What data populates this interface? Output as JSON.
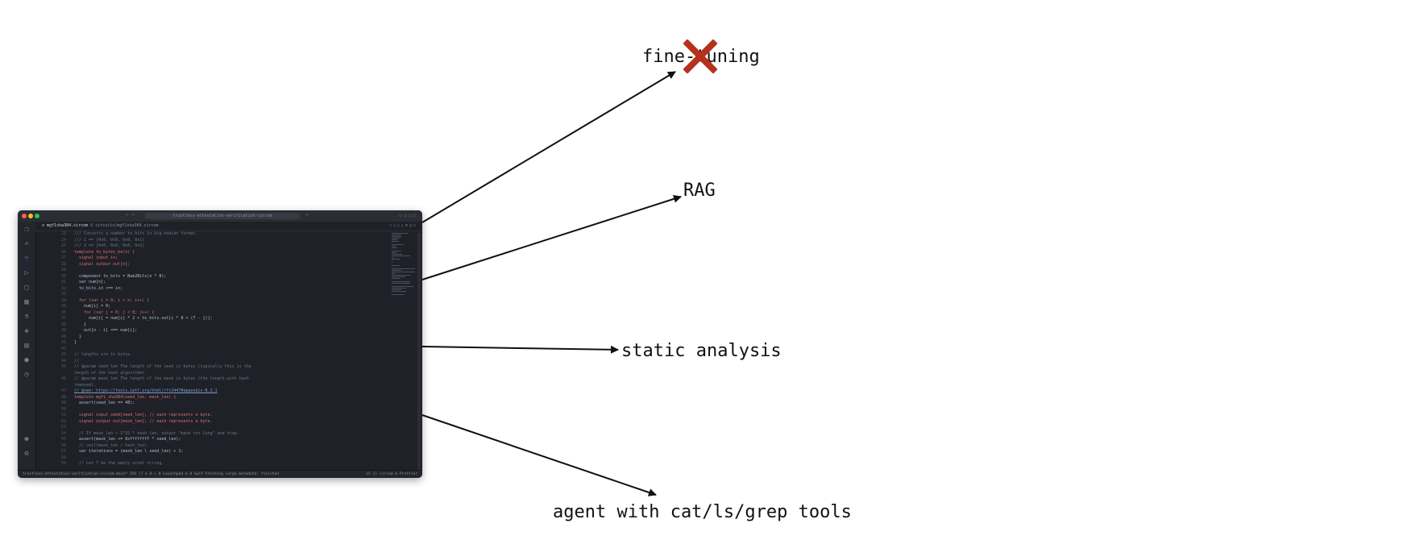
{
  "editor": {
    "search_text": "trustless-attestation-verification-circom",
    "tab_file": "mgf1sha384.circom",
    "tab_modified": "U",
    "tab_path": "circuits/mgf1sha384.circom",
    "code_lines": [
      {
        "n": "23",
        "t": "/// Converts a number to bits in big-endian format.",
        "c": "comment"
      },
      {
        "n": "24",
        "t": "/// 1 == [0x0, 0x0, 0x0, 0x1]",
        "c": "comment"
      },
      {
        "n": "25",
        "t": "/// 2 == [0x0, 0x0, 0x0, 0x2]",
        "c": "comment"
      },
      {
        "n": "26",
        "t": "template to_bytes_be(n) {",
        "c": "kw"
      },
      {
        "n": "27",
        "t": "  signal input in;",
        "c": "kw"
      },
      {
        "n": "28",
        "t": "  signal output out[n];",
        "c": "kw"
      },
      {
        "n": "29",
        "t": "",
        "c": "text"
      },
      {
        "n": "30",
        "t": "  component to_bits = Num2Bits(n * 8);",
        "c": "text"
      },
      {
        "n": "31",
        "t": "  var num[n];",
        "c": "text"
      },
      {
        "n": "32",
        "t": "  to_bits.in <== in;",
        "c": "text"
      },
      {
        "n": "33",
        "t": "",
        "c": "text"
      },
      {
        "n": "34",
        "t": "  for (var i = 0; i < n; i++) {",
        "c": "kw"
      },
      {
        "n": "35",
        "t": "    num[i] = 0;",
        "c": "text"
      },
      {
        "n": "36",
        "t": "    for (var j = 0; j < 8; j++) {",
        "c": "kw"
      },
      {
        "n": "37",
        "t": "      num[i] = num[i] * 2 + to_bits.out[i * 8 + (7 - j)];",
        "c": "text"
      },
      {
        "n": "38",
        "t": "    }",
        "c": "text"
      },
      {
        "n": "39",
        "t": "    out[n - i] <== num[i];",
        "c": "text"
      },
      {
        "n": "40",
        "t": "  }",
        "c": "text"
      },
      {
        "n": "41",
        "t": "}",
        "c": "text"
      },
      {
        "n": "42",
        "t": "",
        "c": "text"
      },
      {
        "n": "43",
        "t": "// lengths are in bytes.",
        "c": "comment"
      },
      {
        "n": "44",
        "t": "//",
        "c": "comment"
      },
      {
        "n": "45",
        "t": "// @param seed_len The length of the seed in bytes (typically this is the",
        "c": "comment"
      },
      {
        "n": "",
        "t": "length of the hash algorithm).",
        "c": "comment"
      },
      {
        "n": "46",
        "t": "// @param mask_len The length of the mask in bytes (the length with hash",
        "c": "comment"
      },
      {
        "n": "",
        "t": "removed).",
        "c": "comment"
      },
      {
        "n": "47",
        "t": "// @see: https://tools.ietf.org/html/rfc3447#appendix-B.2.1",
        "c": "link"
      },
      {
        "n": "48",
        "t": "template mgf1_sha384(seed_len, mask_len) {",
        "c": "kw"
      },
      {
        "n": "49",
        "t": "  assert(seed_len == 48);",
        "c": "text"
      },
      {
        "n": "50",
        "t": "",
        "c": "text"
      },
      {
        "n": "51",
        "t": "  signal input seed[seed_len]; // each represents a byte.",
        "c": "kw"
      },
      {
        "n": "52",
        "t": "  signal output out[mask_len]; // each represents a byte.",
        "c": "kw"
      },
      {
        "n": "53",
        "t": "",
        "c": "text"
      },
      {
        "n": "54",
        "t": "  // If mask_len > 2^32 * hash_len, output \"mask too long\" and stop.",
        "c": "comment"
      },
      {
        "n": "55",
        "t": "  assert(mask_len <= 0xffffffff * seed_len);",
        "c": "text"
      },
      {
        "n": "56",
        "t": "  // ceil(mask_len / hash_len).",
        "c": "comment"
      },
      {
        "n": "57",
        "t": "  var iterations = (mask_len \\ seed_len) + 1;",
        "c": "text"
      },
      {
        "n": "58",
        "t": "",
        "c": "text"
      },
      {
        "n": "59",
        "t": "  // Let T be the empty octet string.",
        "c": "comment"
      }
    ],
    "status_left": "trustless-attestation-verification-circom   main*   154 ↑7   ⊘ 0 ⚠ 0   Launchpad   ⚙ 0   Swif   Fetching cargo metadata: finished",
    "status_right": "LF   {} circom   ⚙   Prettier"
  },
  "labels": {
    "fine_tuning": "fine-tuning",
    "rag": "RAG",
    "static_analysis": "static analysis",
    "agent": "agent with cat/ls/grep tools"
  },
  "icons": {
    "crossed_out_mark": "red-x-icon"
  },
  "colors": {
    "arrow": "#111111",
    "cross": "#b5311c",
    "editor_bg": "#1e2127"
  }
}
